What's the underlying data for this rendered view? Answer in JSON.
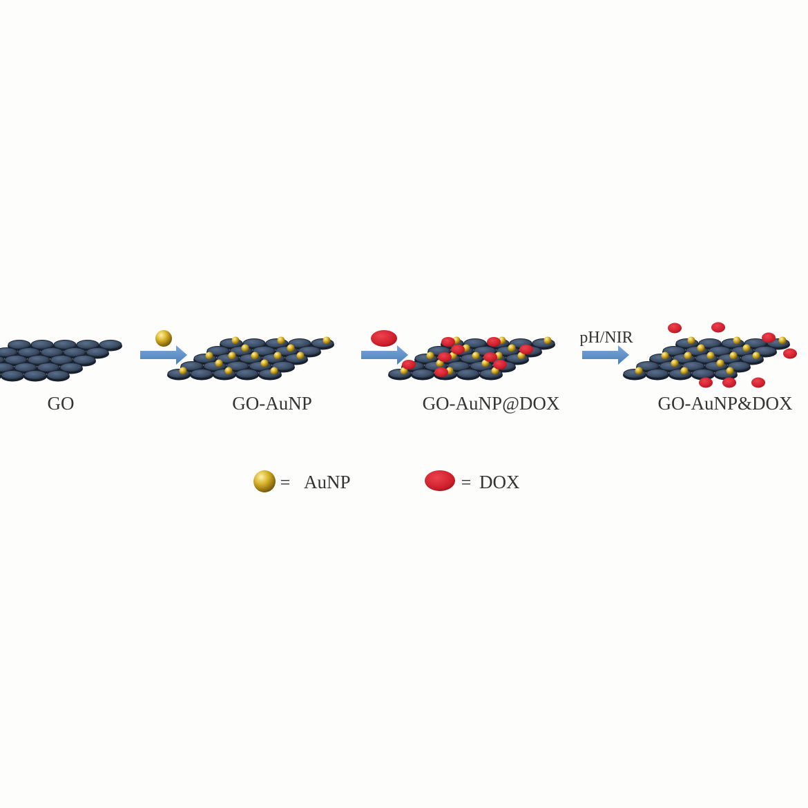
{
  "stages": [
    {
      "label": "GO"
    },
    {
      "label": "GO-AuNP"
    },
    {
      "label": "GO-AuNP@DOX"
    },
    {
      "label": "GO-AuNP&DOX"
    }
  ],
  "steps": [
    {
      "reagent": "AuNP",
      "condition": ""
    },
    {
      "reagent": "DOX",
      "condition": ""
    },
    {
      "reagent": "",
      "condition": "pH/NIR"
    }
  ],
  "legend": [
    {
      "symbol": "gold-sphere",
      "separator": "=",
      "label": "AuNP"
    },
    {
      "symbol": "red-ellipse",
      "separator": "=",
      "label": "DOX"
    }
  ],
  "colors": {
    "graphene": "#3a4b63",
    "gold": "#c9a21a",
    "dox": "#cc1f2a",
    "arrow": "#5b8fc8",
    "text": "#333333"
  }
}
